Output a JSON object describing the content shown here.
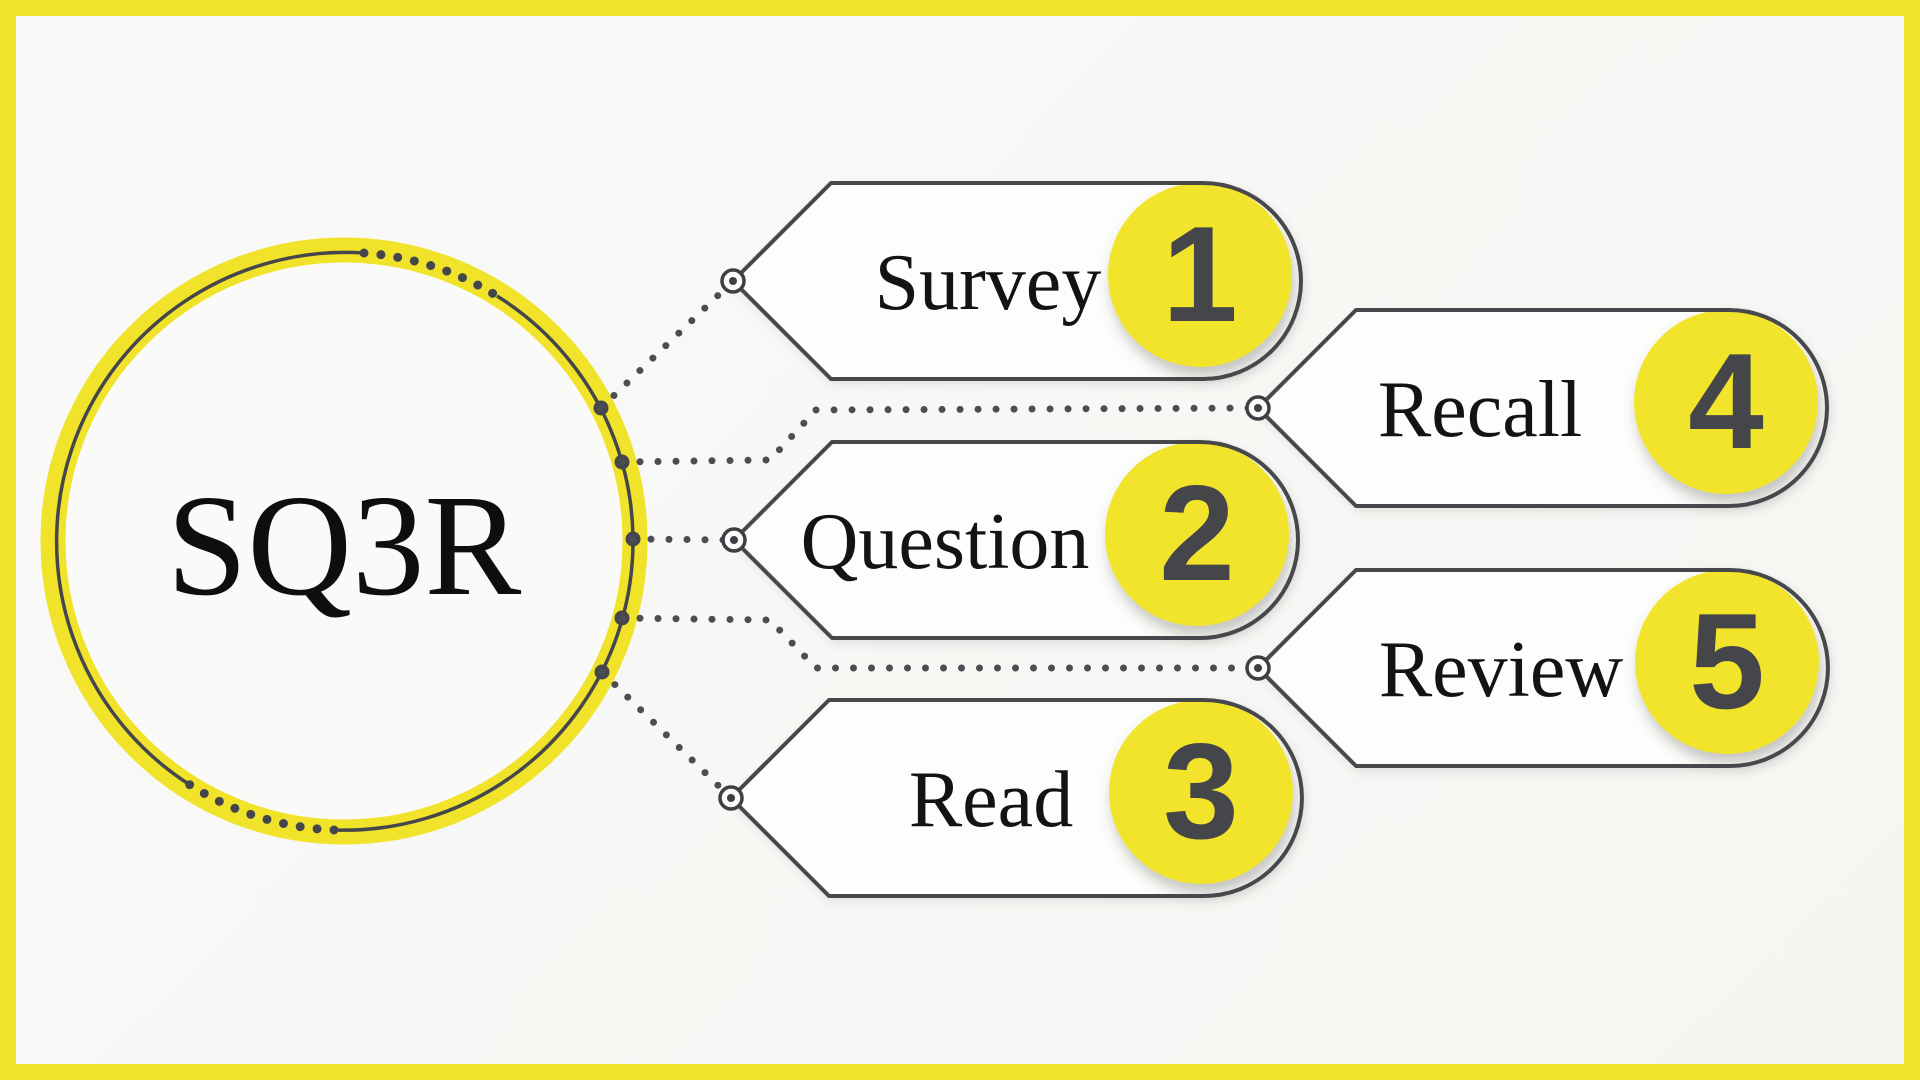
{
  "title": "SQ3R",
  "steps": [
    {
      "number": "1",
      "label": "Survey"
    },
    {
      "number": "2",
      "label": "Question"
    },
    {
      "number": "3",
      "label": "Read"
    },
    {
      "number": "4",
      "label": "Recall"
    },
    {
      "number": "5",
      "label": "Review"
    }
  ],
  "colors": {
    "accent_yellow": "#f1e32a",
    "disc_yellow": "#f2e42a",
    "outline_gray": "#47484c",
    "number_gray": "#45464a",
    "text_black": "#131313",
    "background": "#f7f7f5"
  }
}
